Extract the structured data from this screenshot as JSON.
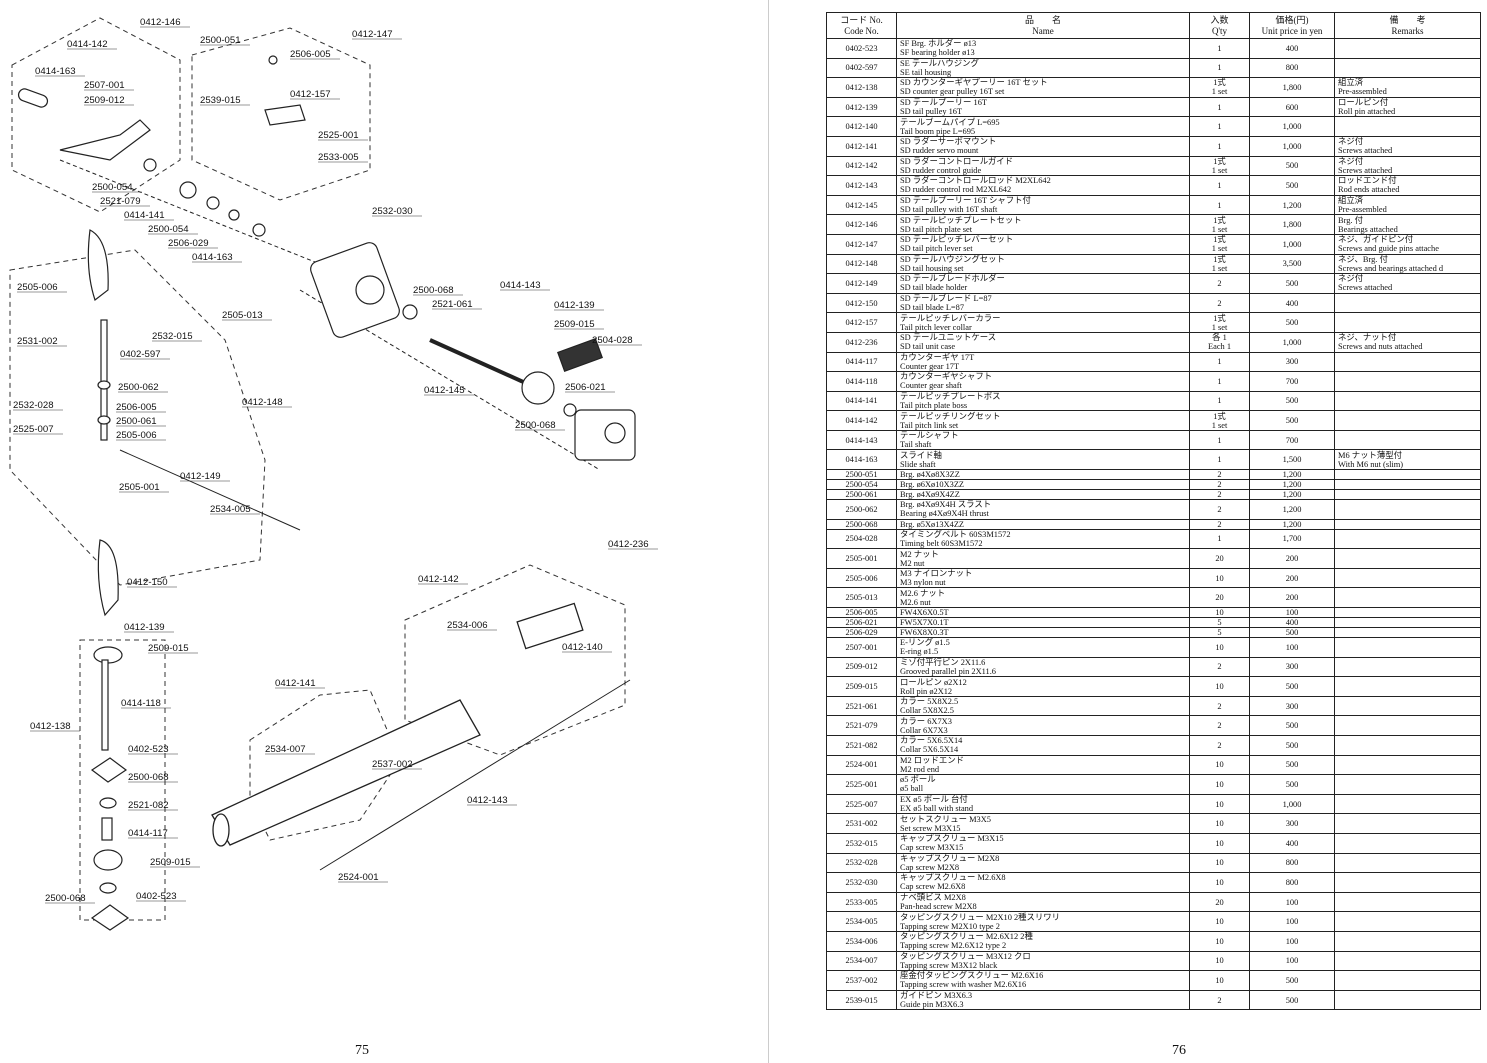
{
  "left": {
    "page_number": "75",
    "labels": [
      {
        "t": "0412-146"
      },
      {
        "t": "0414-142"
      },
      {
        "t": "0414-163"
      },
      {
        "t": "2507-001"
      },
      {
        "t": "2509-012"
      },
      {
        "t": "2500-054"
      },
      {
        "t": "2521-079"
      },
      {
        "t": "0414-141"
      },
      {
        "t": "2500-054"
      },
      {
        "t": "2506-029"
      },
      {
        "t": "0414-163"
      },
      {
        "t": "2500-051"
      },
      {
        "t": "2506-005"
      },
      {
        "t": "0412-147"
      },
      {
        "t": "2539-015"
      },
      {
        "t": "0412-157"
      },
      {
        "t": "2525-001"
      },
      {
        "t": "2533-005"
      },
      {
        "t": "2532-030"
      },
      {
        "t": "2505-006"
      },
      {
        "t": "2532-015"
      },
      {
        "t": "2531-002"
      },
      {
        "t": "0402-597"
      },
      {
        "t": "2500-062"
      },
      {
        "t": "2532-028"
      },
      {
        "t": "2506-005"
      },
      {
        "t": "2500-061"
      },
      {
        "t": "2525-007"
      },
      {
        "t": "2505-006"
      },
      {
        "t": "0412-148"
      },
      {
        "t": "2505-013"
      },
      {
        "t": "2500-068"
      },
      {
        "t": "2521-061"
      },
      {
        "t": "0414-143"
      },
      {
        "t": "0412-139"
      },
      {
        "t": "2509-015"
      },
      {
        "t": "2504-028"
      },
      {
        "t": "0412-145"
      },
      {
        "t": "2506-021"
      },
      {
        "t": "2500-068"
      },
      {
        "t": "2505-001"
      },
      {
        "t": "0412-149"
      },
      {
        "t": "2534-005"
      },
      {
        "t": "0412-236"
      },
      {
        "t": "0412-150"
      },
      {
        "t": "0412-142"
      },
      {
        "t": "2534-006"
      },
      {
        "t": "0412-140"
      },
      {
        "t": "0412-139"
      },
      {
        "t": "2509-015"
      },
      {
        "t": "0412-141"
      },
      {
        "t": "0414-118"
      },
      {
        "t": "0412-138"
      },
      {
        "t": "2534-007"
      },
      {
        "t": "0402-523"
      },
      {
        "t": "2537-002"
      },
      {
        "t": "2500-068"
      },
      {
        "t": "0412-143"
      },
      {
        "t": "2521-082"
      },
      {
        "t": "0414-117"
      },
      {
        "t": "2509-015"
      },
      {
        "t": "2524-001"
      },
      {
        "t": "2500-068"
      },
      {
        "t": "0402-523"
      }
    ]
  },
  "right": {
    "page_number": "76",
    "headers": {
      "code": "コード No.",
      "code_en": "Code No.",
      "name": "品　　名",
      "name_en": "Name",
      "qty": "入数",
      "qty_en": "Q'ty",
      "price": "価格(円)",
      "price_en": "Unit price in yen",
      "remarks": "備　　考",
      "remarks_en": "Remarks"
    },
    "rows": [
      {
        "code": "0402-523",
        "name_jp": "SF Brg. ホルダー ø13",
        "name_en": "SF bearing holder ø13",
        "qty": "1",
        "qty2": "",
        "price": "400",
        "rem_jp": "",
        "rem_en": ""
      },
      {
        "code": "0402-597",
        "name_jp": "SE テールハウジング",
        "name_en": "SE tail housing",
        "qty": "1",
        "qty2": "",
        "price": "800",
        "rem_jp": "",
        "rem_en": ""
      },
      {
        "code": "0412-138",
        "name_jp": "SD カウンターギヤプーリー 16T セット",
        "name_en": "SD counter gear pulley 16T set",
        "qty": "1式",
        "qty2": "1 set",
        "price": "1,800",
        "rem_jp": "組立済",
        "rem_en": "Pre-assembled"
      },
      {
        "code": "0412-139",
        "name_jp": "SD テールプーリー 16T",
        "name_en": "SD tail pulley 16T",
        "qty": "1",
        "qty2": "",
        "price": "600",
        "rem_jp": "ロールピン付",
        "rem_en": "Roll pin attached"
      },
      {
        "code": "0412-140",
        "name_jp": "テールブームパイプ L=695",
        "name_en": "Tail boom pipe L=695",
        "qty": "1",
        "qty2": "",
        "price": "1,000",
        "rem_jp": "",
        "rem_en": ""
      },
      {
        "code": "0412-141",
        "name_jp": "SD ラダーサーボマウント",
        "name_en": "SD rudder servo mount",
        "qty": "1",
        "qty2": "",
        "price": "1,000",
        "rem_jp": "ネジ付",
        "rem_en": "Screws attached"
      },
      {
        "code": "0412-142",
        "name_jp": "SD ラダーコントロールガイド",
        "name_en": "SD rudder control guide",
        "qty": "1式",
        "qty2": "1 set",
        "price": "500",
        "rem_jp": "ネジ付",
        "rem_en": "Screws attached"
      },
      {
        "code": "0412-143",
        "name_jp": "SD ラダーコントロールロッド M2XL642",
        "name_en": "SD rudder control rod M2XL642",
        "qty": "1",
        "qty2": "",
        "price": "500",
        "rem_jp": "ロッドエンド付",
        "rem_en": "Rod ends attached"
      },
      {
        "code": "0412-145",
        "name_jp": "SD テールプーリー 16T シャフト付",
        "name_en": "SD tail pulley with 16T shaft",
        "qty": "1",
        "qty2": "",
        "price": "1,200",
        "rem_jp": "組立済",
        "rem_en": "Pre-assembled"
      },
      {
        "code": "0412-146",
        "name_jp": "SD テールピッチプレートセット",
        "name_en": "SD tail pitch plate set",
        "qty": "1式",
        "qty2": "1 set",
        "price": "1,800",
        "rem_jp": "Brg. 付",
        "rem_en": "Bearings attached"
      },
      {
        "code": "0412-147",
        "name_jp": "SD テールピッチレバーセット",
        "name_en": "SD tail pitch lever set",
        "qty": "1式",
        "qty2": "1 set",
        "price": "1,000",
        "rem_jp": "ネジ、ガイドピン付",
        "rem_en": "Screws and guide pins attache"
      },
      {
        "code": "0412-148",
        "name_jp": "SD テールハウジングセット",
        "name_en": "SD tail housing set",
        "qty": "1式",
        "qty2": "1 set",
        "price": "3,500",
        "rem_jp": "ネジ、Brg. 付",
        "rem_en": "Screws and bearings attached d"
      },
      {
        "code": "0412-149",
        "name_jp": "SD テールブレードホルダー",
        "name_en": "SD tail blade holder",
        "qty": "2",
        "qty2": "",
        "price": "500",
        "rem_jp": "ネジ付",
        "rem_en": "Screws attached"
      },
      {
        "code": "0412-150",
        "name_jp": "SD テールブレード L=87",
        "name_en": "SD tail blade L=87",
        "qty": "2",
        "qty2": "",
        "price": "400",
        "rem_jp": "",
        "rem_en": ""
      },
      {
        "code": "0412-157",
        "name_jp": "テールピッチレバーカラー",
        "name_en": "Tail pitch lever collar",
        "qty": "1式",
        "qty2": "1 set",
        "price": "500",
        "rem_jp": "",
        "rem_en": ""
      },
      {
        "code": "0412-236",
        "name_jp": "SD テールユニットケース",
        "name_en": "SD tail unit case",
        "qty": "各 1",
        "qty2": "Each 1",
        "price": "1,000",
        "rem_jp": "ネジ、ナット付",
        "rem_en": "Screws and nuts attached"
      },
      {
        "code": "0414-117",
        "name_jp": "カウンターギヤ 17T",
        "name_en": "Counter gear 17T",
        "qty": "1",
        "qty2": "",
        "price": "300",
        "rem_jp": "",
        "rem_en": ""
      },
      {
        "code": "0414-118",
        "name_jp": "カウンターギヤシャフト",
        "name_en": "Counter gear shaft",
        "qty": "1",
        "qty2": "",
        "price": "700",
        "rem_jp": "",
        "rem_en": ""
      },
      {
        "code": "0414-141",
        "name_jp": "テールピッチプレートボス",
        "name_en": "Tail pitch plate boss",
        "qty": "1",
        "qty2": "",
        "price": "500",
        "rem_jp": "",
        "rem_en": ""
      },
      {
        "code": "0414-142",
        "name_jp": "テールピッチリングセット",
        "name_en": "Tail pitch link set",
        "qty": "1式",
        "qty2": "1 set",
        "price": "500",
        "rem_jp": "",
        "rem_en": ""
      },
      {
        "code": "0414-143",
        "name_jp": "テールシャフト",
        "name_en": "Tail shaft",
        "qty": "1",
        "qty2": "",
        "price": "700",
        "rem_jp": "",
        "rem_en": ""
      },
      {
        "code": "0414-163",
        "name_jp": "スライド軸",
        "name_en": "Slide shaft",
        "qty": "1",
        "qty2": "",
        "price": "1,500",
        "rem_jp": "M6 ナット薄型付",
        "rem_en": "With M6 nut (slim)"
      },
      {
        "code": "2500-051",
        "name_jp": "",
        "name_en": "Brg. ø4Xø8X3ZZ",
        "qty": "2",
        "qty2": "",
        "price": "1,200",
        "rem_jp": "",
        "rem_en": "",
        "thin": true
      },
      {
        "code": "2500-054",
        "name_jp": "",
        "name_en": "Brg. ø6Xø10X3ZZ",
        "qty": "2",
        "qty2": "",
        "price": "1,200",
        "rem_jp": "",
        "rem_en": "",
        "thin": true
      },
      {
        "code": "2500-061",
        "name_jp": "",
        "name_en": "Brg. ø4Xø9X4ZZ",
        "qty": "2",
        "qty2": "",
        "price": "1,200",
        "rem_jp": "",
        "rem_en": "",
        "thin": true
      },
      {
        "code": "2500-062",
        "name_jp": "Brg. ø4Xø9X4H スラスト",
        "name_en": "Bearing ø4Xø9X4H thrust",
        "qty": "2",
        "qty2": "",
        "price": "1,200",
        "rem_jp": "",
        "rem_en": ""
      },
      {
        "code": "2500-068",
        "name_jp": "",
        "name_en": "Brg. ø5Xø13X4ZZ",
        "qty": "2",
        "qty2": "",
        "price": "1,200",
        "rem_jp": "",
        "rem_en": "",
        "thin": true
      },
      {
        "code": "2504-028",
        "name_jp": "タイミングベルト 60S3M1572",
        "name_en": "Timing belt 60S3M1572",
        "qty": "1",
        "qty2": "",
        "price": "1,700",
        "rem_jp": "",
        "rem_en": ""
      },
      {
        "code": "2505-001",
        "name_jp": "M2 ナット",
        "name_en": "M2 nut",
        "qty": "20",
        "qty2": "",
        "price": "200",
        "rem_jp": "",
        "rem_en": ""
      },
      {
        "code": "2505-006",
        "name_jp": "M3 ナイロンナット",
        "name_en": "M3 nylon nut",
        "qty": "10",
        "qty2": "",
        "price": "200",
        "rem_jp": "",
        "rem_en": ""
      },
      {
        "code": "2505-013",
        "name_jp": "M2.6 ナット",
        "name_en": "M2.6 nut",
        "qty": "20",
        "qty2": "",
        "price": "200",
        "rem_jp": "",
        "rem_en": ""
      },
      {
        "code": "2506-005",
        "name_jp": "",
        "name_en": "FW4X6X0.5T",
        "qty": "10",
        "qty2": "",
        "price": "100",
        "rem_jp": "",
        "rem_en": "",
        "thin": true
      },
      {
        "code": "2506-021",
        "name_jp": "",
        "name_en": "FW5X7X0.1T",
        "qty": "5",
        "qty2": "",
        "price": "400",
        "rem_jp": "",
        "rem_en": "",
        "thin": true
      },
      {
        "code": "2506-029",
        "name_jp": "",
        "name_en": "FW6X8X0.3T",
        "qty": "5",
        "qty2": "",
        "price": "500",
        "rem_jp": "",
        "rem_en": "",
        "thin": true
      },
      {
        "code": "2507-001",
        "name_jp": "E-リング ø1.5",
        "name_en": "E-ring ø1.5",
        "qty": "10",
        "qty2": "",
        "price": "100",
        "rem_jp": "",
        "rem_en": ""
      },
      {
        "code": "2509-012",
        "name_jp": "ミゾ付平行ピン 2X11.6",
        "name_en": "Grooved parallel pin 2X11.6",
        "qty": "2",
        "qty2": "",
        "price": "300",
        "rem_jp": "",
        "rem_en": ""
      },
      {
        "code": "2509-015",
        "name_jp": "ロールピン ø2X12",
        "name_en": "Roll pin ø2X12",
        "qty": "10",
        "qty2": "",
        "price": "500",
        "rem_jp": "",
        "rem_en": ""
      },
      {
        "code": "2521-061",
        "name_jp": "カラー 5X8X2.5",
        "name_en": "Collar 5X8X2.5",
        "qty": "2",
        "qty2": "",
        "price": "300",
        "rem_jp": "",
        "rem_en": ""
      },
      {
        "code": "2521-079",
        "name_jp": "カラー 6X7X3",
        "name_en": "Collar 6X7X3",
        "qty": "2",
        "qty2": "",
        "price": "500",
        "rem_jp": "",
        "rem_en": ""
      },
      {
        "code": "2521-082",
        "name_jp": "カラー 5X6.5X14",
        "name_en": "Collar 5X6.5X14",
        "qty": "2",
        "qty2": "",
        "price": "500",
        "rem_jp": "",
        "rem_en": ""
      },
      {
        "code": "2524-001",
        "name_jp": "M2 ロッドエンド",
        "name_en": "M2 rod end",
        "qty": "10",
        "qty2": "",
        "price": "500",
        "rem_jp": "",
        "rem_en": ""
      },
      {
        "code": "2525-001",
        "name_jp": "ø5 ボール",
        "name_en": "ø5 ball",
        "qty": "10",
        "qty2": "",
        "price": "500",
        "rem_jp": "",
        "rem_en": ""
      },
      {
        "code": "2525-007",
        "name_jp": "EX ø5 ボール 台付",
        "name_en": "EX ø5 ball with stand",
        "qty": "10",
        "qty2": "",
        "price": "1,000",
        "rem_jp": "",
        "rem_en": ""
      },
      {
        "code": "2531-002",
        "name_jp": "セットスクリュー M3X5",
        "name_en": "Set screw M3X15",
        "qty": "10",
        "qty2": "",
        "price": "300",
        "rem_jp": "",
        "rem_en": ""
      },
      {
        "code": "2532-015",
        "name_jp": "キャップスクリュー M3X15",
        "name_en": "Cap screw M3X15",
        "qty": "10",
        "qty2": "",
        "price": "400",
        "rem_jp": "",
        "rem_en": ""
      },
      {
        "code": "2532-028",
        "name_jp": "キャップスクリュー M2X8",
        "name_en": "Cap screw M2X8",
        "qty": "10",
        "qty2": "",
        "price": "800",
        "rem_jp": "",
        "rem_en": ""
      },
      {
        "code": "2532-030",
        "name_jp": "キャップスクリュー M2.6X8",
        "name_en": "Cap screw M2.6X8",
        "qty": "10",
        "qty2": "",
        "price": "800",
        "rem_jp": "",
        "rem_en": ""
      },
      {
        "code": "2533-005",
        "name_jp": "ナベ頭ビス M2X8",
        "name_en": "Pan-head screw M2X8",
        "qty": "20",
        "qty2": "",
        "price": "100",
        "rem_jp": "",
        "rem_en": ""
      },
      {
        "code": "2534-005",
        "name_jp": "タッピングスクリュー M2X10 2種スリワリ",
        "name_en": "Tapping screw M2X10 type 2",
        "qty": "10",
        "qty2": "",
        "price": "100",
        "rem_jp": "",
        "rem_en": ""
      },
      {
        "code": "2534-006",
        "name_jp": "タッピングスクリュー M2.6X12 2種",
        "name_en": "Tapping screw M2.6X12 type 2",
        "qty": "10",
        "qty2": "",
        "price": "100",
        "rem_jp": "",
        "rem_en": ""
      },
      {
        "code": "2534-007",
        "name_jp": "タッピングスクリュー M3X12 クロ",
        "name_en": "Tapping screw M3X12 black",
        "qty": "10",
        "qty2": "",
        "price": "100",
        "rem_jp": "",
        "rem_en": ""
      },
      {
        "code": "2537-002",
        "name_jp": "座金付タッピングスクリュー M2.6X16",
        "name_en": "Tapping screw with washer M2.6X16",
        "qty": "10",
        "qty2": "",
        "price": "500",
        "rem_jp": "",
        "rem_en": ""
      },
      {
        "code": "2539-015",
        "name_jp": "ガイドピン M3X6.3",
        "name_en": "Guide pin M3X6.3",
        "qty": "2",
        "qty2": "",
        "price": "500",
        "rem_jp": "",
        "rem_en": ""
      }
    ]
  }
}
